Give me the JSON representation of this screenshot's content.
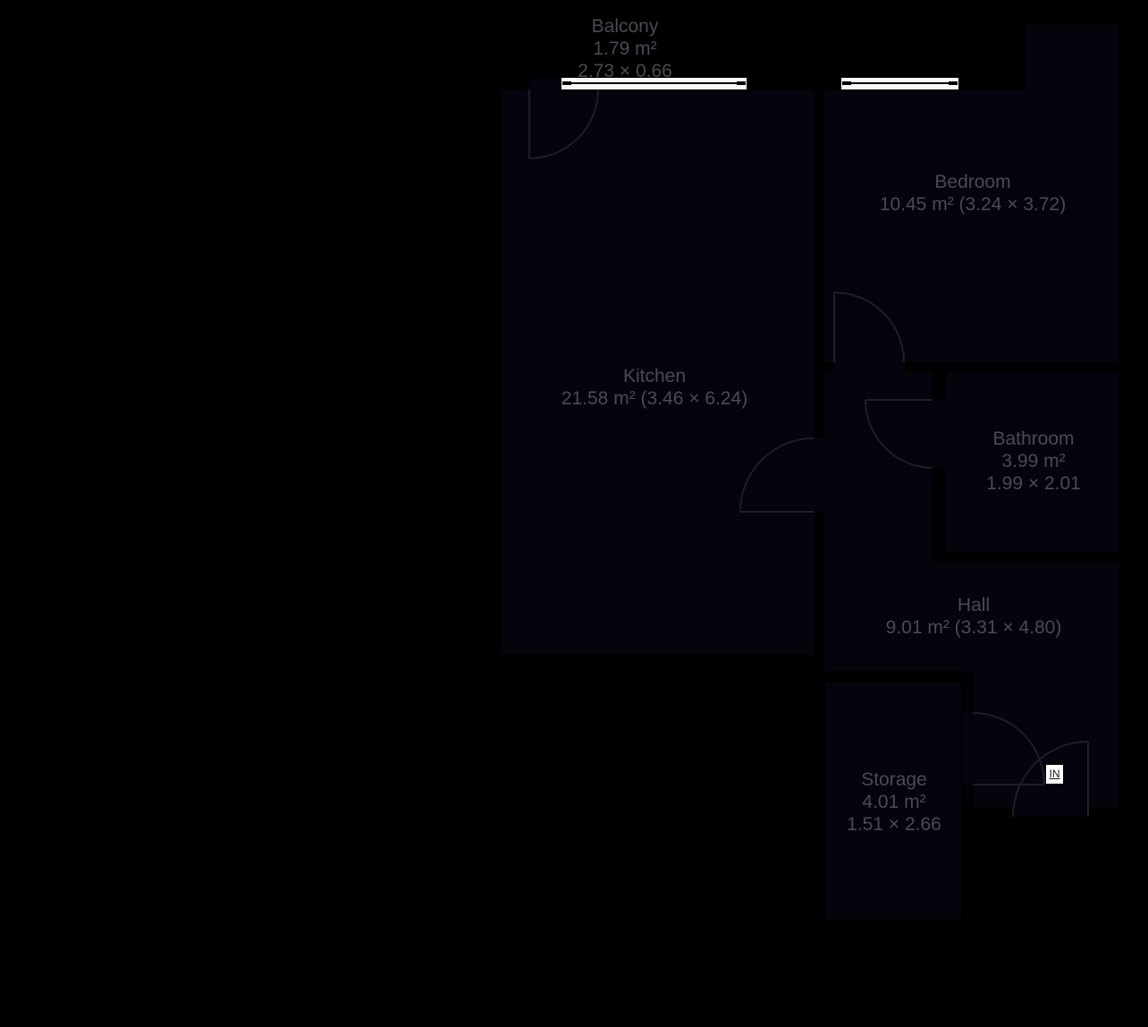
{
  "labels": {
    "balcony": {
      "line1": "Balcony",
      "line2": "1.79 m²",
      "line3": "2.73 × 0.66"
    },
    "kitchen": {
      "line1": "Kitchen",
      "line2": "21.58 m² (3.46 × 6.24)"
    },
    "bedroom": {
      "line1": "Bedroom",
      "line2": "10.45 m² (3.24 × 3.72)"
    },
    "bathroom": {
      "line1": "Bathroom",
      "line2": "3.99 m²",
      "line3": "1.99 × 2.01"
    },
    "hall": {
      "line1": "Hall",
      "line2": "9.01 m² (3.31 × 4.80)"
    },
    "storage": {
      "line1": "Storage",
      "line2": "4.01 m²",
      "line3": "1.51 × 2.66"
    },
    "entrance": {
      "in": "IN"
    }
  },
  "colors": {
    "background": "#000000",
    "room_fill": "#04040d",
    "label_text": "#4a4a52",
    "window": "#f8f8f8",
    "door_line": "#1e1e29",
    "entrance_badge_bg": "#ffffff"
  }
}
